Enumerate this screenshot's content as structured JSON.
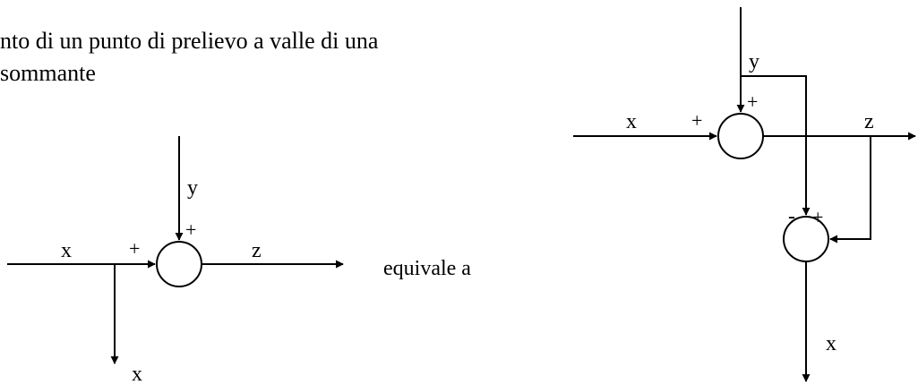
{
  "heading": {
    "line1": "nto di un punto di prelievo a valle di una",
    "line2": "sommante"
  },
  "left_diagram": {
    "input_label": "x",
    "input_sign": "+",
    "top_input_label": "y",
    "top_input_sign": "+",
    "output_label": "z",
    "tap_label": "x"
  },
  "equivalence_text": "equivale a",
  "right_diagram": {
    "input_label": "x",
    "input_sign": "+",
    "top_input_label": "y",
    "top_input_sign": "+",
    "output_label": "z",
    "lower_minus_sign": "-",
    "lower_plus_sign": "+",
    "lower_output_label": "x"
  }
}
